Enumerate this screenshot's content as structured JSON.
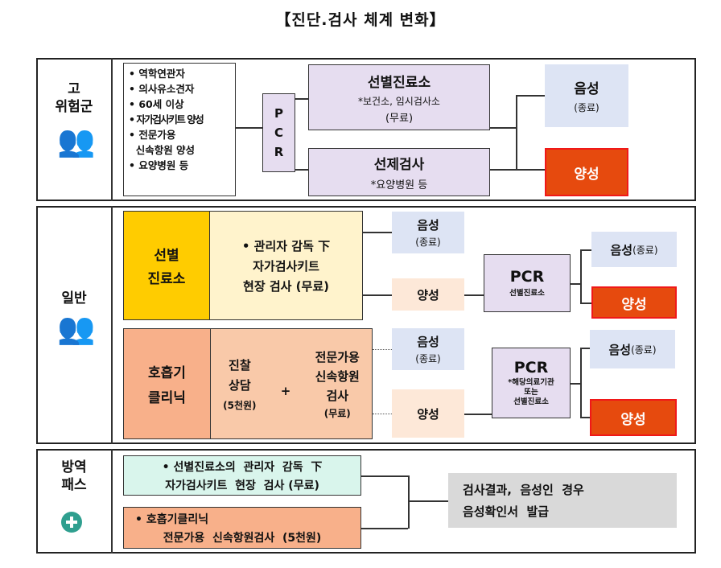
{
  "title": "【진단.검사 체계 변화】",
  "high_risk": {
    "label_line1": "고",
    "label_line2": "위험군",
    "targets": [
      "• 역학연관자",
      "• 의사유소견자",
      "• 60세 이상",
      "• 자가검사키트 양성",
      "• 전문가용",
      "  신속항원 양성",
      "• 요양병원 등"
    ],
    "pcr_letters": [
      "P",
      "C",
      "R"
    ],
    "screening_title": "선별진료소",
    "screening_sub": "*보건소, 임시검사소",
    "screening_free": "(무료)",
    "preemptive_title": "선제검사",
    "preemptive_sub": "*요양병원 등",
    "negative": "음성",
    "negative_end": "(종료)",
    "positive": "양성"
  },
  "general": {
    "label": "일반",
    "screening_title_1": "선별",
    "screening_title_2": "진료소",
    "supervised_1": "• 관리자 감독 下",
    "supervised_2": "자가검사키트",
    "supervised_3": "현장 검사 (무료)",
    "neg1": "음성",
    "neg1_end": "(종료)",
    "pos1": "양성",
    "pcr1_title": "PCR",
    "pcr1_sub": "선별진료소",
    "pcr1_neg": "음성",
    "pcr1_neg_end": "(종료)",
    "pcr1_pos": "양성",
    "clinic_1": "호흡기",
    "clinic_2": "클리닉",
    "consult_1": "진찰",
    "consult_2": "상담",
    "consult_fee": "(5천원)",
    "plus": "+",
    "rat_1": "전문가용",
    "rat_2": "신속항원",
    "rat_3": "검사",
    "rat_4": "(무료)",
    "neg2": "음성",
    "neg2_end": "(종료)",
    "pos2": "양성",
    "pcr2_title": "PCR",
    "pcr2_sub1": "*해당의료기관",
    "pcr2_sub2": "또는",
    "pcr2_sub3": "선별진료소",
    "pcr2_neg": "음성",
    "pcr2_neg_end": "(종료)",
    "pcr2_pos": "양성"
  },
  "pass": {
    "label_line1": "방역",
    "label_line2": "패스",
    "option1_line1": "• 선별진료소의  관리자  감독  下",
    "option1_line2": "자가검사키트  현장  검사 (무료)",
    "option2_line1": "• 호흡기클리닉",
    "option2_line2": "전문가용  신속항원검사  (5천원)",
    "result_line1": "검사결과,  음성인  경우",
    "result_line2": "음성확인서  발급"
  },
  "colors": {
    "positive_red": "#e64a0e",
    "negative_blue": "#dde4f4",
    "lavender": "#e6ddf0",
    "yellow": "#ffcc00",
    "orange": "#f8b08a",
    "mint": "#d9f5ec"
  },
  "icons": [
    "people-group-icon",
    "pass-logo-icon"
  ]
}
